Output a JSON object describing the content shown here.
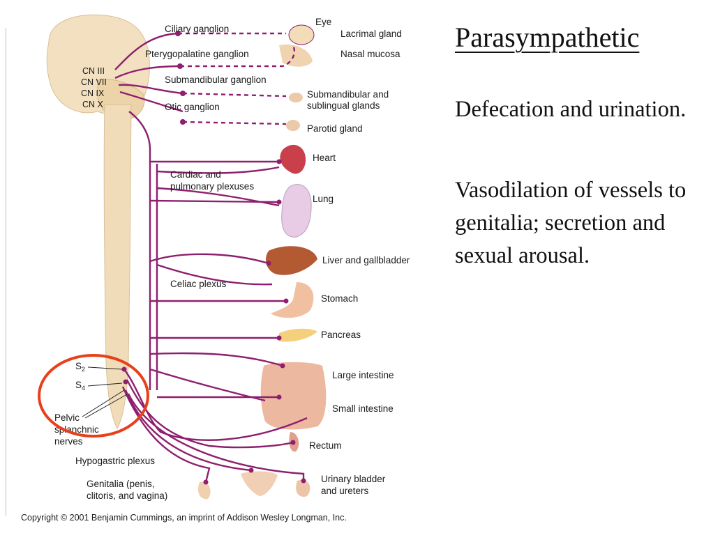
{
  "slide": {
    "title": "Parasympathetic",
    "paragraphs": [
      "Defecation and urination.",
      "Vasodilation of vessels to genitalia; secretion and sexual arousal."
    ]
  },
  "figure": {
    "cranial_nerves": [
      "CN III",
      "CN VII",
      "CN IX",
      "CN X"
    ],
    "ganglia": [
      "Ciliary ganglion",
      "Pterygopalatine ganglion",
      "Submandibular ganglion",
      "Otic ganglion"
    ],
    "targets": {
      "eye": "Eye",
      "lacrimal": "Lacrimal gland",
      "nasal": "Nasal mucosa",
      "submandibular": [
        "Submandibular and",
        "sublingual glands"
      ],
      "parotid": "Parotid gland",
      "heart": "Heart",
      "lung": "Lung",
      "liver": "Liver and gallbladder",
      "stomach": "Stomach",
      "pancreas": "Pancreas",
      "large_intestine": "Large intestine",
      "small_intestine": "Small intestine",
      "rectum": "Rectum",
      "bladder": [
        "Urinary bladder",
        "and ureters"
      ],
      "genitalia": [
        "Genitalia (penis,",
        "clitoris, and vagina)"
      ]
    },
    "plexuses": {
      "cardiac": [
        "Cardiac and",
        "pulmonary plexuses"
      ],
      "celiac": "Celiac plexus",
      "hypogastric": "Hypogastric plexus"
    },
    "sacral": {
      "s2": "S",
      "s2_sub": "2",
      "s4": "S",
      "s4_sub": "4",
      "pelvic": [
        "Pelvic",
        "splanchnic",
        "nerves"
      ]
    },
    "copyright": "Copyright © 2001 Benjamin Cummings, an imprint of Addison Wesley Longman, Inc.",
    "colors": {
      "nerve": "#8e1f6e",
      "highlight_circle": "#e8401c",
      "spinal_cord": "#f0dcb8"
    }
  }
}
